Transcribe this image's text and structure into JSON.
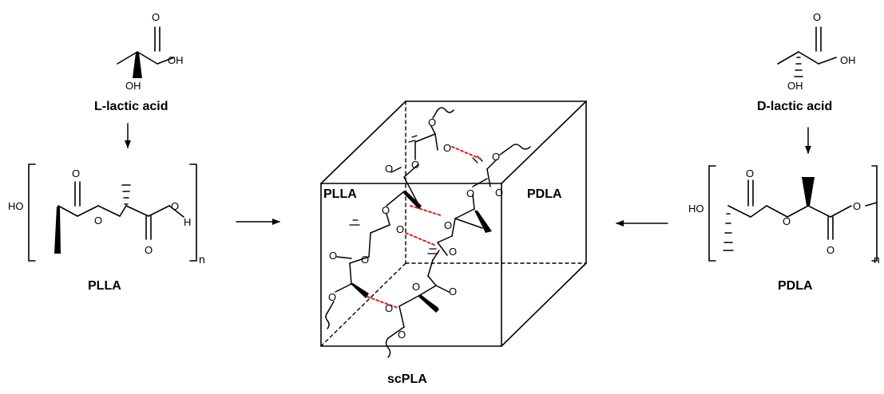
{
  "labels": {
    "l_lactic": "L-lactic acid",
    "d_lactic": "D-lactic acid",
    "plla_left": "PLLA",
    "pdla_right": "PDLA",
    "scpla": "scPLA",
    "cube_plla": "PLLA",
    "cube_pdla": "PDLA"
  },
  "atoms": {
    "O": "O",
    "OH": "OH",
    "HO": "HO",
    "H": "H",
    "n": "n"
  },
  "colors": {
    "hbond": "#e02020",
    "ink": "#000000"
  }
}
